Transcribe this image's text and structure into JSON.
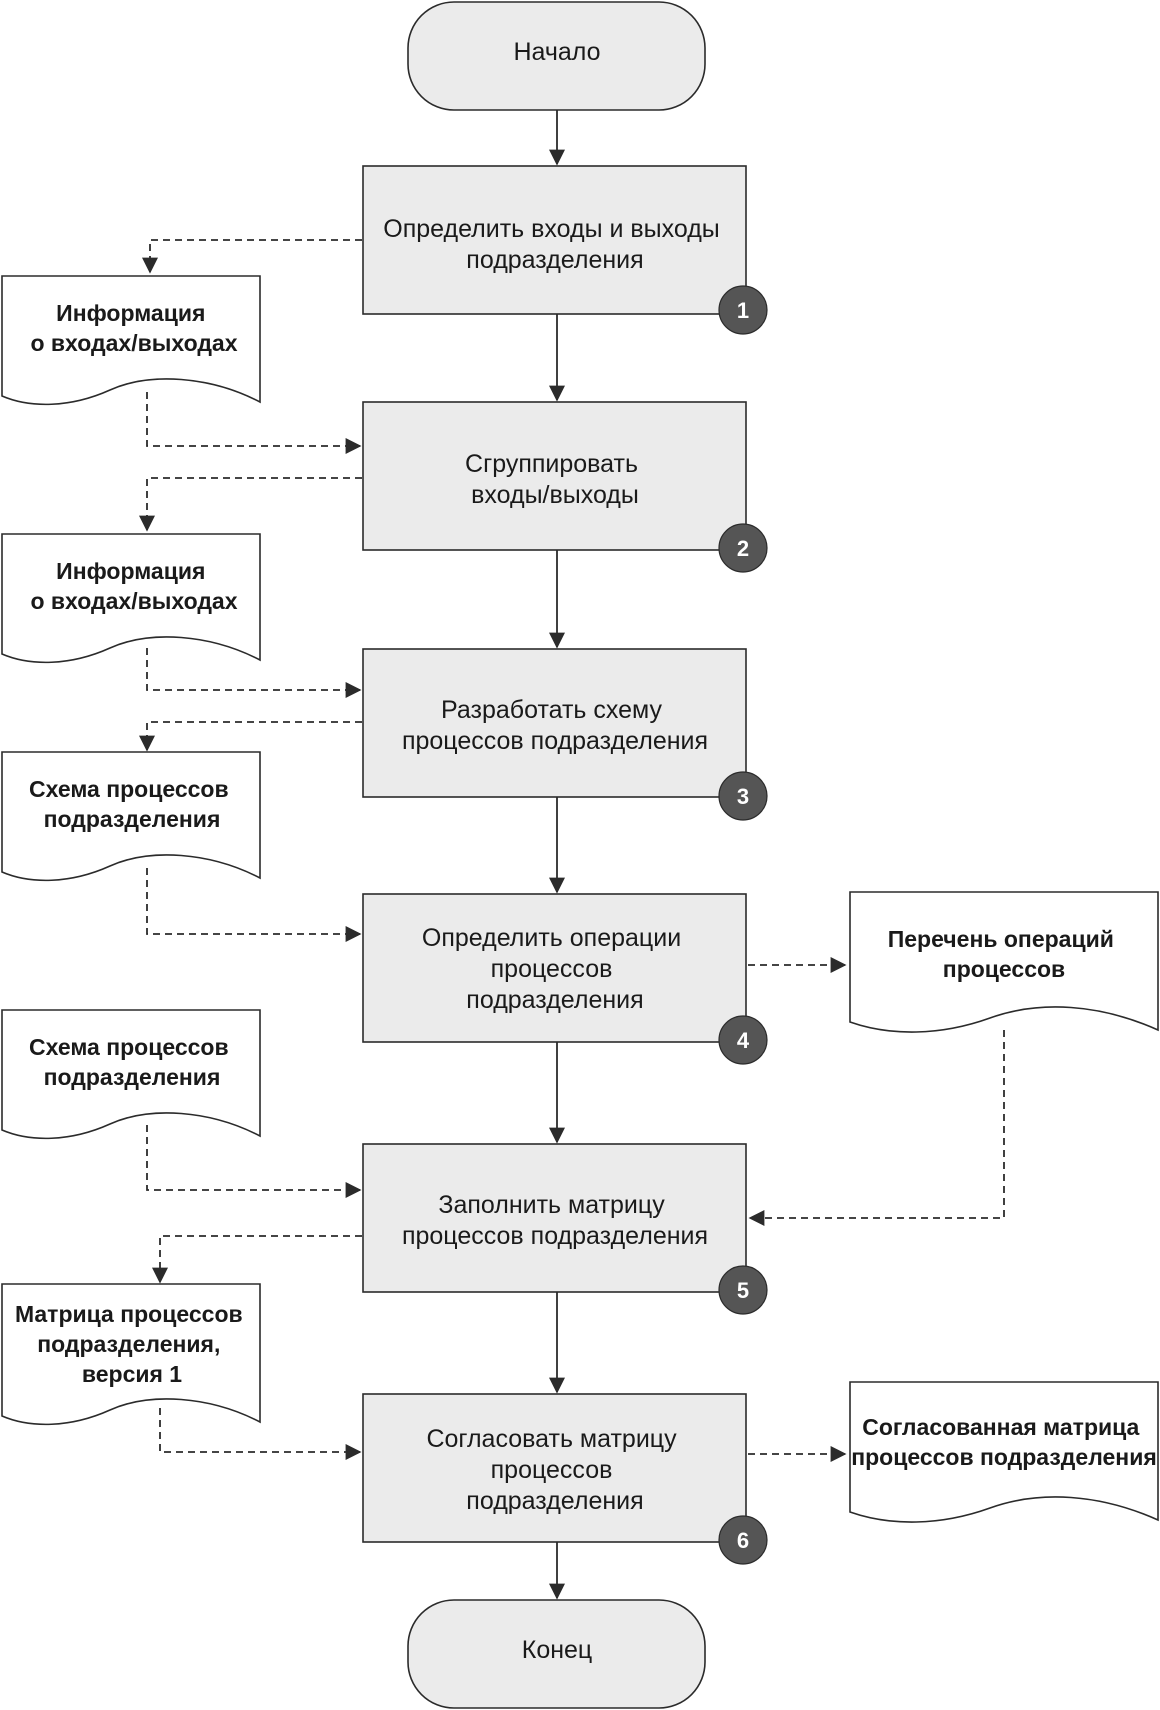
{
  "terminals": {
    "start": "Начало",
    "end": "Конец"
  },
  "steps": [
    {
      "number": "1",
      "lines": [
        "Определить входы и выходы",
        "подразделения"
      ]
    },
    {
      "number": "2",
      "lines": [
        "Сгруппировать",
        "входы/выходы"
      ]
    },
    {
      "number": "3",
      "lines": [
        "Разработать схему",
        "процессов подразделения"
      ]
    },
    {
      "number": "4",
      "lines": [
        "Определить операции",
        "процессов",
        "подразделения"
      ]
    },
    {
      "number": "5",
      "lines": [
        "Заполнить матрицу",
        "процессов подразделения"
      ]
    },
    {
      "number": "6",
      "lines": [
        "Согласовать матрицу",
        "процессов",
        "подразделения"
      ]
    }
  ],
  "documents": [
    {
      "lines": [
        "Информация",
        "о входах/выходах"
      ]
    },
    {
      "lines": [
        "Информация",
        "о входах/выходах"
      ]
    },
    {
      "lines": [
        "Схема процессов",
        "подразделения"
      ]
    },
    {
      "lines": [
        "Перечень операций",
        "процессов"
      ]
    },
    {
      "lines": [
        "Схема процессов",
        "подразделения"
      ]
    },
    {
      "lines": [
        "Матрица процессов",
        "подразделения,",
        "версия 1"
      ]
    },
    {
      "lines": [
        "Согласованная матрица",
        "процессов подразделения"
      ]
    }
  ]
}
